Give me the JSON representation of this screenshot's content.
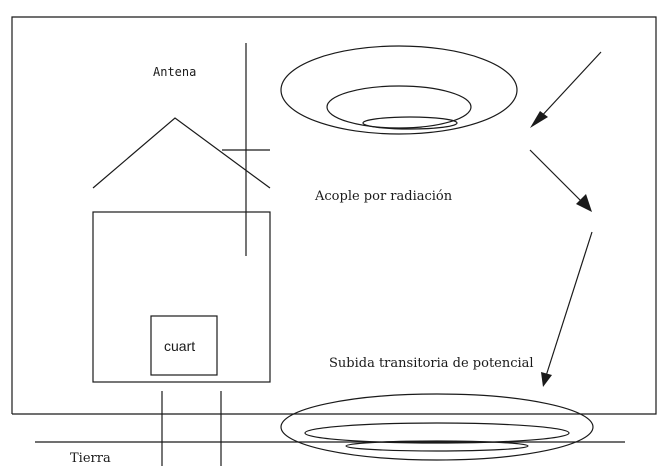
{
  "labels": {
    "antenna": "Antena",
    "radiation": "Acople por radiación",
    "device": "cuart",
    "surge": "Subida transitoria de potencial",
    "ground": "Tierra"
  },
  "colors": {
    "ink": "#1a1a1a",
    "background": "#ffffff"
  }
}
